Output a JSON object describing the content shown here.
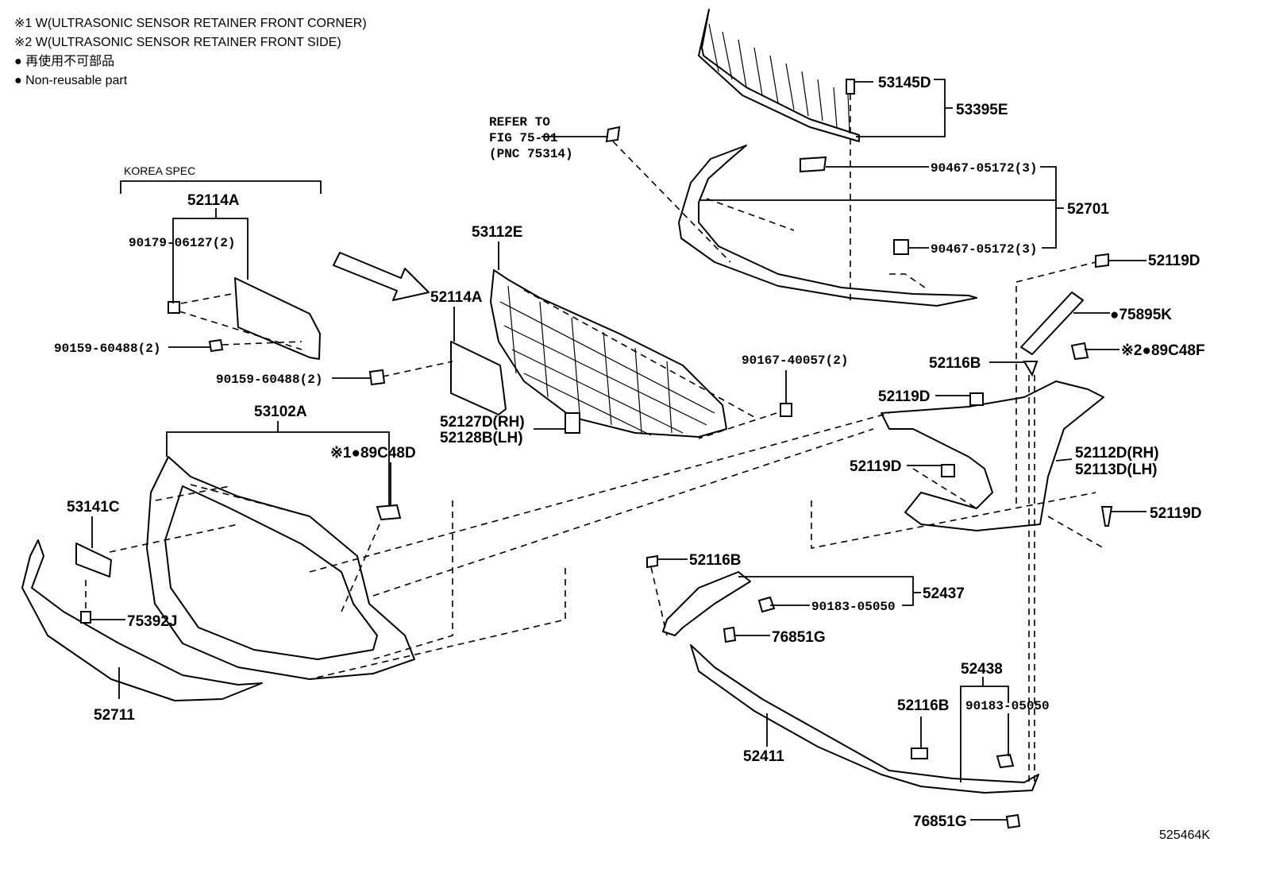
{
  "notes": {
    "note1": "※1 W(ULTRASONIC SENSOR RETAINER FRONT CORNER)",
    "note2": "※2 W(ULTRASONIC SENSOR RETAINER FRONT SIDE)",
    "note3": "● 再使用不可部品",
    "note4": "● Non-reusable part"
  },
  "korea_spec": "KOREA SPEC",
  "reference": {
    "line1": "REFER TO",
    "line2": "FIG 75-01",
    "line3": "(PNC 75314)"
  },
  "diagram_id": "525464K",
  "parts": {
    "p53145D": "53145D",
    "p53395E": "53395E",
    "p90467_top": "90467-05172(3)",
    "p52701": "52701",
    "p90467_bottom": "90467-05172(3)",
    "p52119D_a": "52119D",
    "p75895K": "●75895K",
    "p89C48F": "※2●89C48F",
    "p52116B_a": "52116B",
    "p52119D_b": "52119D",
    "p52119D_c": "52119D",
    "p52112D": "52112D(RH)",
    "p52113D": "52113D(LH)",
    "p52119D_d": "52119D",
    "p52114A_korea": "52114A",
    "p90179": "90179-06127(2)",
    "p90159_a": "90159-60488(2)",
    "p90159_b": "90159-60488(2)",
    "p53112E": "53112E",
    "p52114A": "52114A",
    "p90167": "90167-40057(2)",
    "p52127D": "52127D(RH)",
    "p52128B": "52128B(LH)",
    "p53102A": "53102A",
    "p89C48D": "※1●89C48D",
    "p53141C": "53141C",
    "p75392J": "75392J",
    "p52711": "52711",
    "p52116B_b": "52116B",
    "p90183_a": "90183-05050",
    "p52437": "52437",
    "p76851G_a": "76851G",
    "p52438": "52438",
    "p52116B_c": "52116B",
    "p90183_b": "90183-05050",
    "p52411": "52411",
    "p76851G_b": "76851G"
  }
}
